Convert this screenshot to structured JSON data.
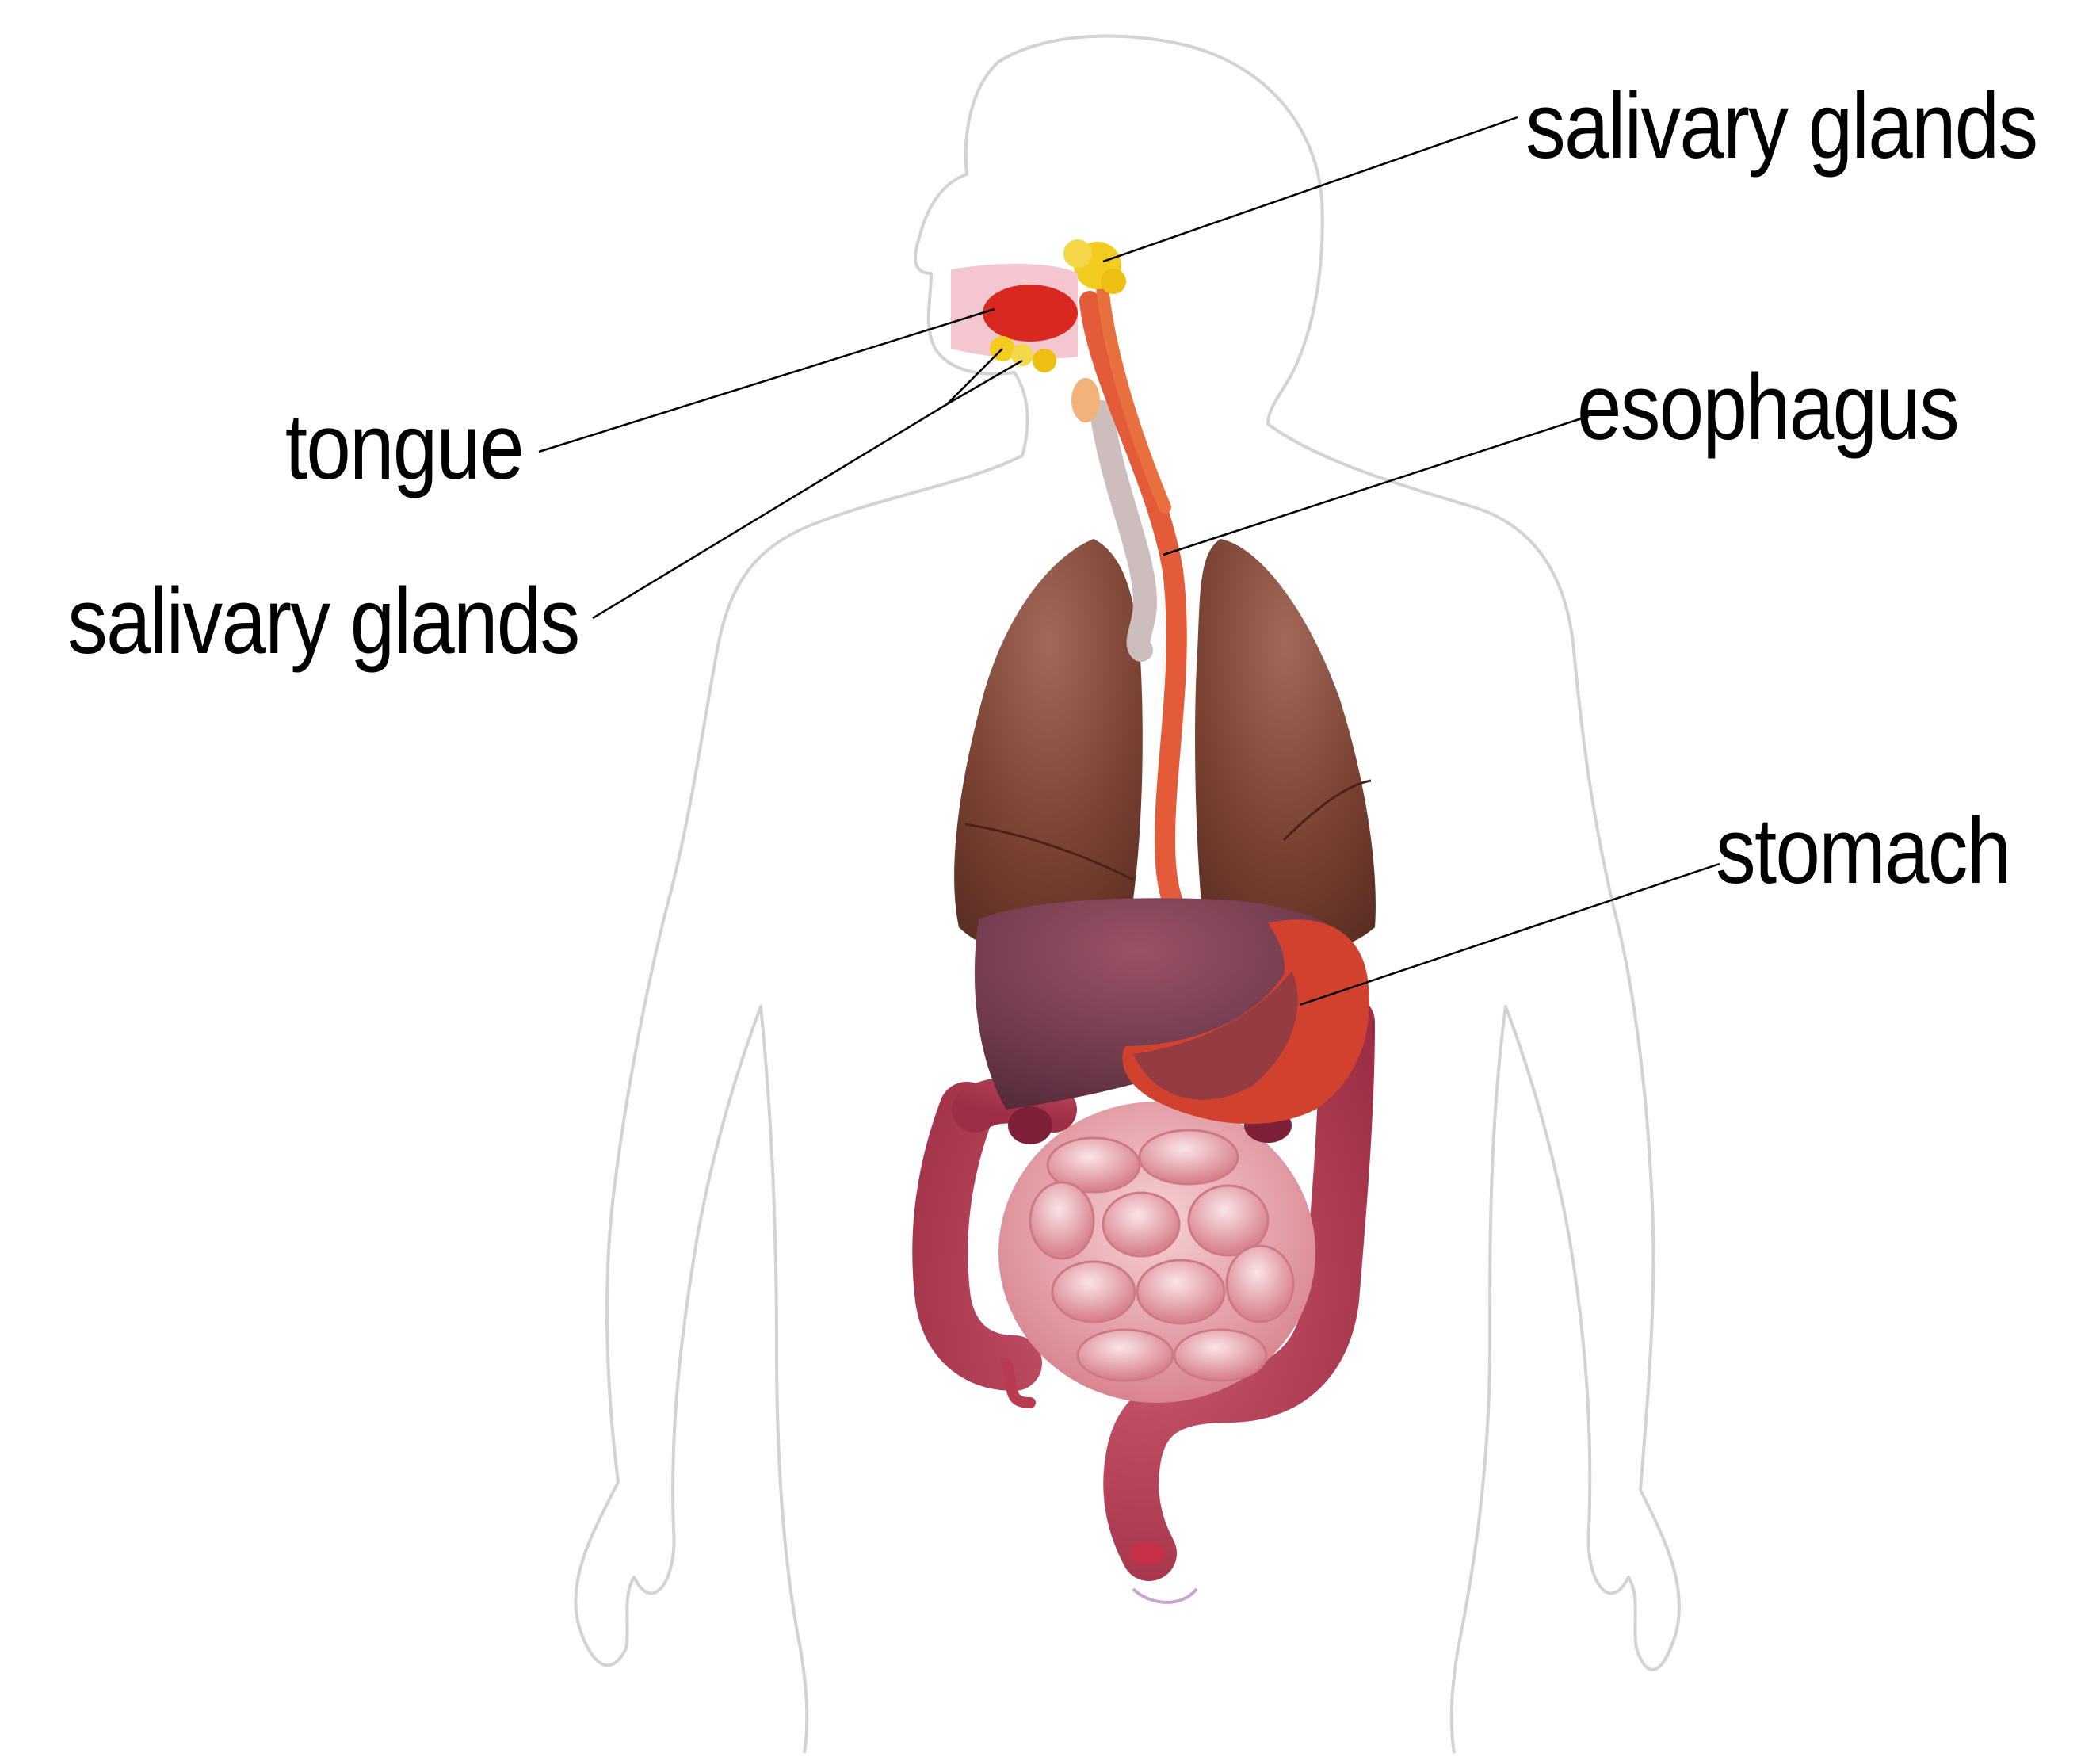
{
  "diagram": {
    "labels": {
      "salivary_glands_top": "salivary glands",
      "tongue": "tongue",
      "salivary_glands_bottom": "salivary glands",
      "esophagus": "esophagus",
      "stomach": "stomach"
    },
    "colors": {
      "body_outline": "#d3d3d3",
      "lung": "#7a4233",
      "liver": "#6e3a4c",
      "stomach": "#d2402e",
      "esophagus": "#e35b38",
      "trachea": "#cdbdbd",
      "salivary_gland": "#f2cc1e",
      "tongue": "#d9281f",
      "large_intestine": "#b93b52",
      "small_intestine": "#e8a6ac",
      "leader_line": "#000000"
    }
  }
}
